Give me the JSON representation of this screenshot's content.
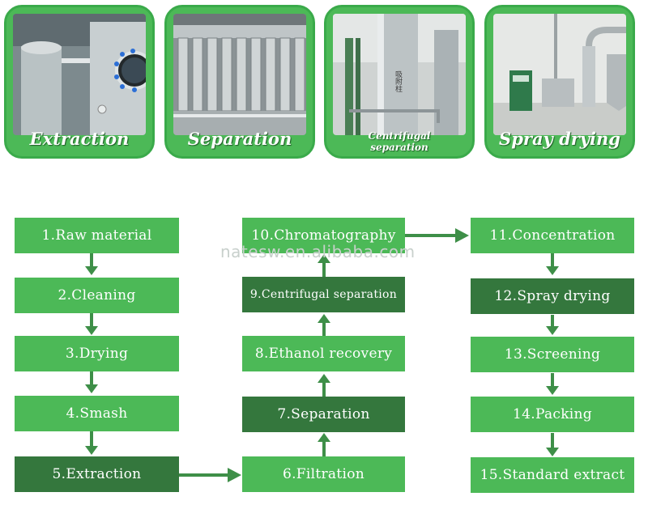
{
  "photos": [
    {
      "caption": "Extraction"
    },
    {
      "caption": "Separation"
    },
    {
      "caption_lines": [
        "Centrifugal",
        "separation"
      ]
    },
    {
      "caption": "Spray drying"
    }
  ],
  "photo_labels": {
    "column_chinese": "吸附柱"
  },
  "steps": [
    {
      "label": "1.Raw material"
    },
    {
      "label": "2.Cleaning"
    },
    {
      "label": "3.Drying"
    },
    {
      "label": "4.Smash"
    },
    {
      "label": "5.Extraction"
    },
    {
      "label": "6.Filtration"
    },
    {
      "label": "7.Separation"
    },
    {
      "label": "8.Ethanol recovery"
    },
    {
      "label": "9.Centrifugal separation"
    },
    {
      "label": "10.Chromatography"
    },
    {
      "label": "11.Concentration"
    },
    {
      "label": "12.Spray drying"
    },
    {
      "label": "13.Screening"
    },
    {
      "label": "14.Packing"
    },
    {
      "label": "15.Standard extract"
    }
  ],
  "watermark": "natesw.en.alibaba.com",
  "colors": {
    "step_green": "#4cb957",
    "step_dark_green": "#34773d",
    "arrow": "#3e8f48",
    "card_border": "#3aaa4a"
  }
}
